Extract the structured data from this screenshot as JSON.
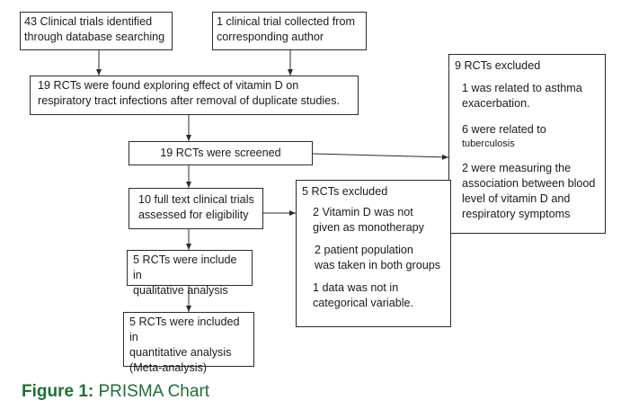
{
  "boxes": {
    "identified": "43 Clinical trials identified\nthrough database searching",
    "collected": "1 clinical trial collected from\ncorresponding author",
    "found": "19 RCTs were found exploring effect of vitamin D on\nrespiratory tract infections after removal of duplicate  studies.",
    "screened": "19 RCTs were screened",
    "fulltext": "10 full text clinical trials\nassessed for eligibility",
    "qualitative": "5 RCTs were include in\nqualitative analysis",
    "quantitative": "5 RCTs were included in\nquantitative analysis\n(Meta-analysis)"
  },
  "excluded9": {
    "title": "9 RCTs excluded",
    "item1": "1 was related to asthma\nexacerbation.",
    "item2a": "6 were related to",
    "item2b": "tuberculosis",
    "item3": "2 were measuring the\nassociation between blood\nlevel of vitamin D and\nrespiratory symptoms"
  },
  "excluded5": {
    "title": "5 RCTs excluded",
    "item1": "2 Vitamin D was not\ngiven as monotherapy",
    "item2": "2 patient population\nwas taken in both groups",
    "item3": "1 data was not in\ncategorical variable."
  },
  "caption": {
    "label": "Figure 1:",
    "text": " PRISMA Chart"
  }
}
